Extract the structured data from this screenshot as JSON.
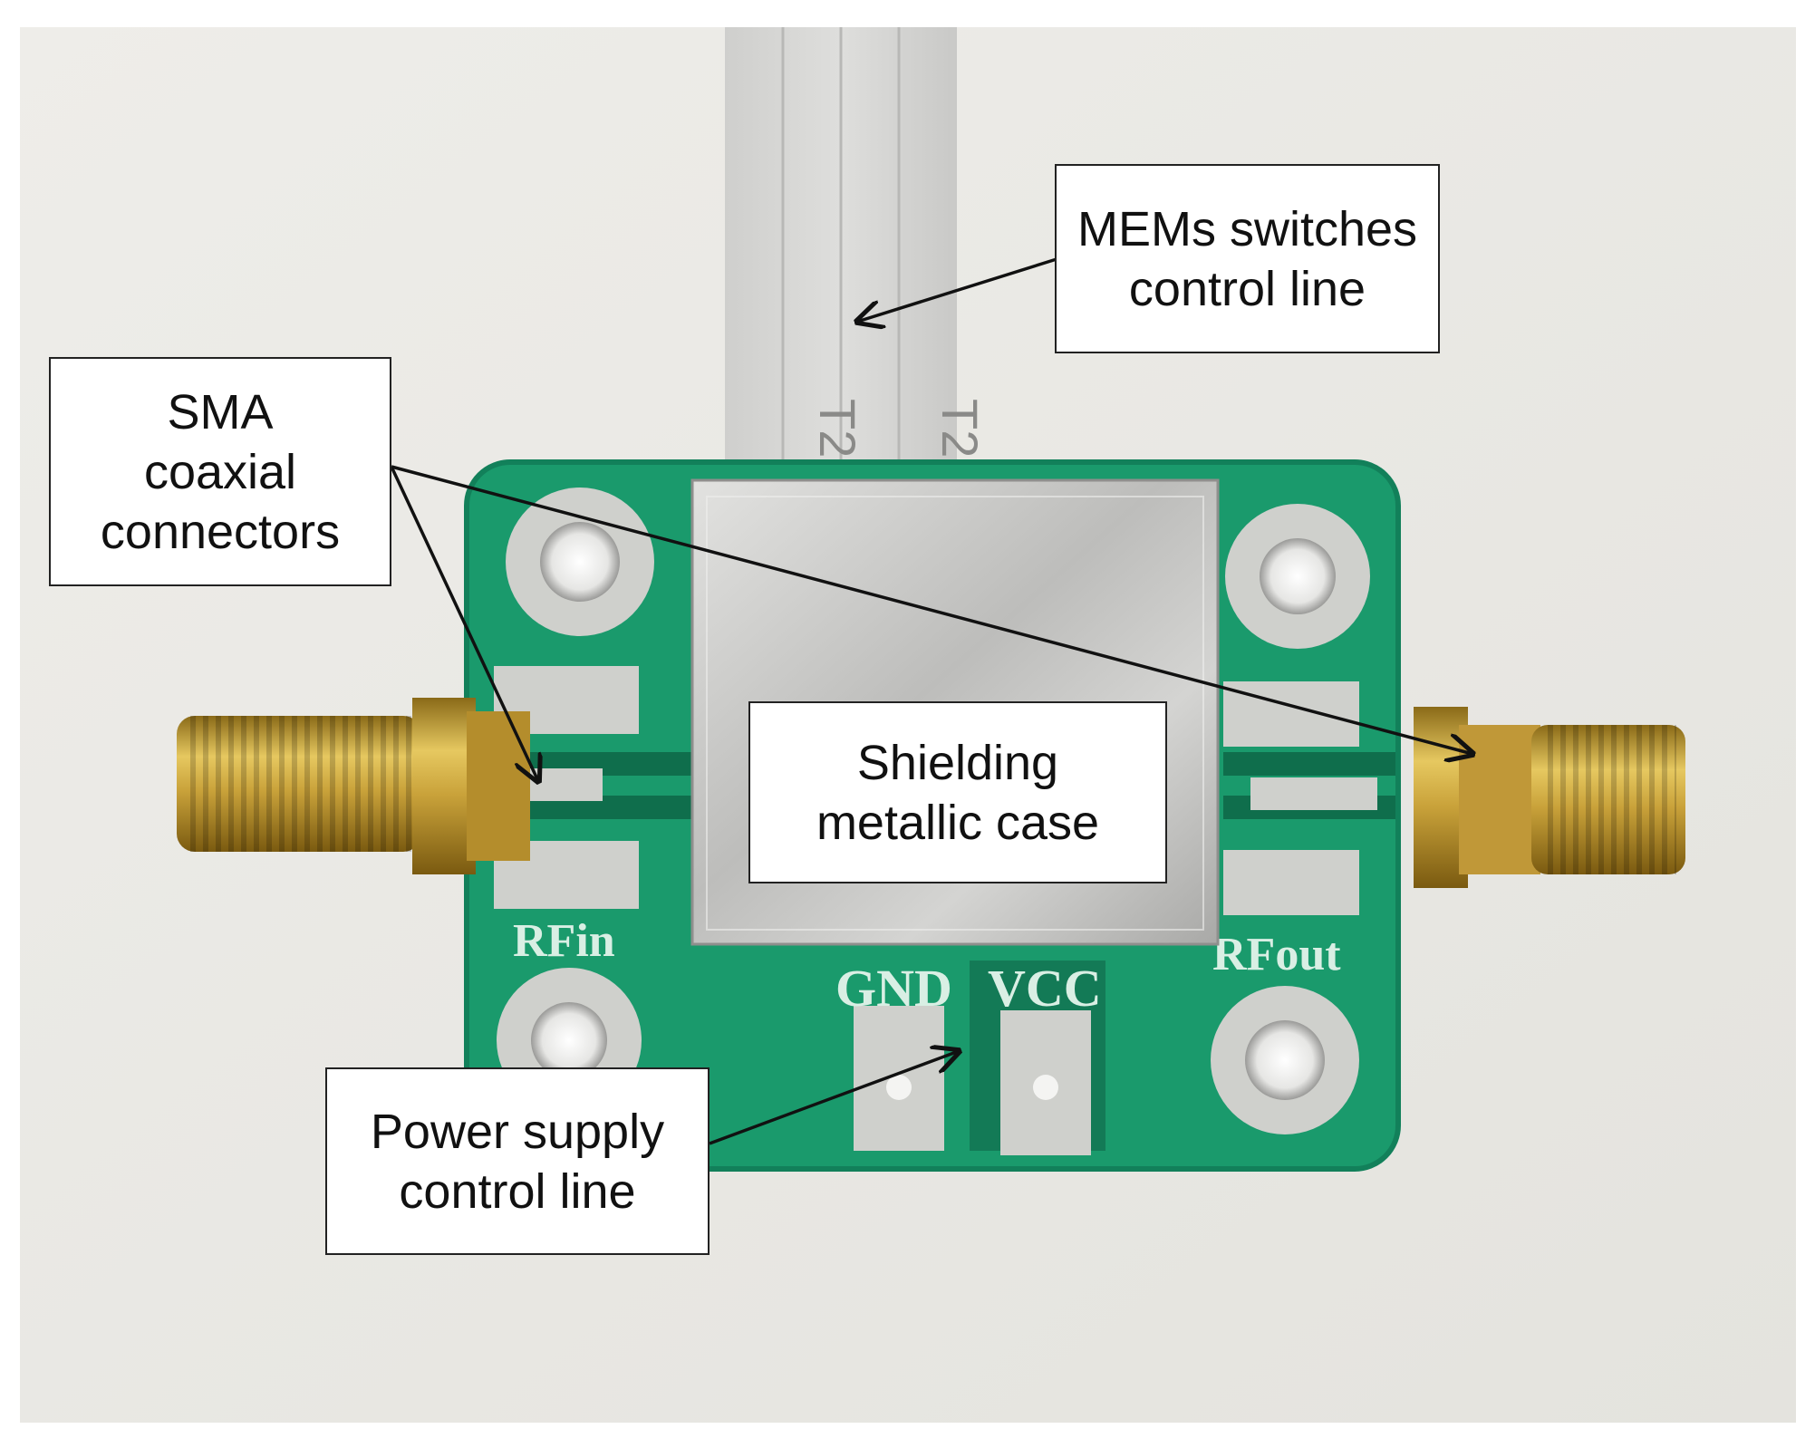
{
  "board_labels": {
    "rf_in": "RFin",
    "rf_out": "RFout",
    "gnd": "GND",
    "vcc": "VCC",
    "cable_marking": "T2"
  },
  "callouts": {
    "mems_switches": {
      "line1": "MEMs switches",
      "line2": "control line"
    },
    "sma_connectors": {
      "line1": "SMA",
      "line2": "coaxial",
      "line3": "connectors"
    },
    "shielding_case": {
      "line1": "Shielding",
      "line2": "metallic case"
    },
    "power_supply": {
      "line1": "Power supply",
      "line2": "control line"
    }
  },
  "colors": {
    "pcb_green": "#1a9a6c",
    "pcb_dark": "#0f6e4c",
    "gold": "#c9a23a",
    "silver_pad": "#cfd0cc",
    "shield": "#c4c4c2",
    "cable": "#d6d6d4",
    "background": "#e9e8e4",
    "silkscreen": "#d9efe4"
  }
}
